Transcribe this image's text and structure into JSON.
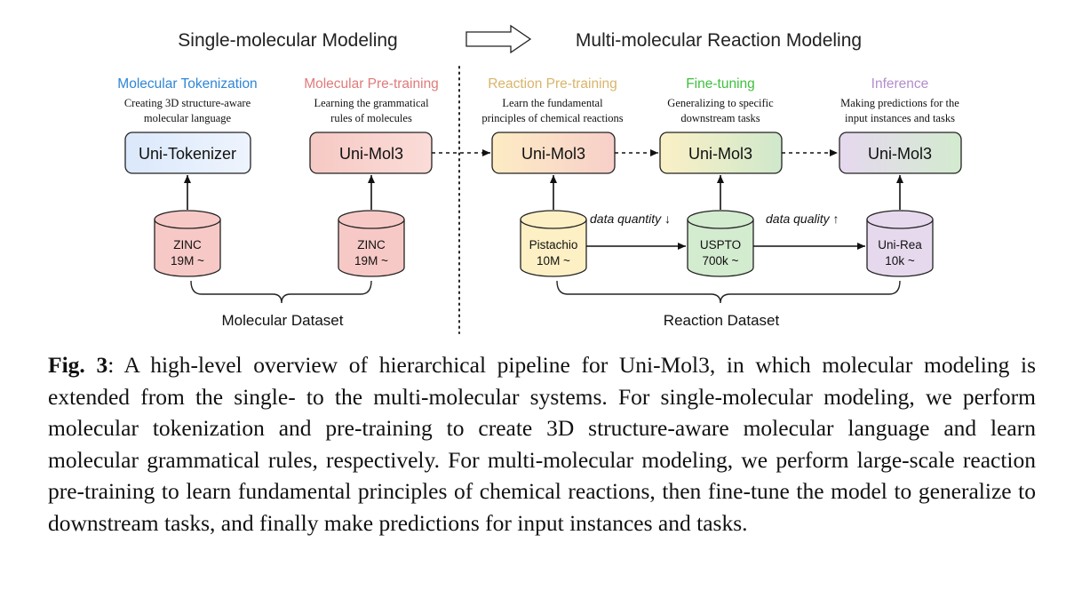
{
  "header": {
    "left_title": "Single-molecular Modeling",
    "right_title": "Multi-molecular Reaction Modeling"
  },
  "stages": [
    {
      "title": "Molecular Tokenization",
      "desc1": "Creating 3D structure-aware",
      "desc2": "molecular language",
      "model": "Uni-Tokenizer",
      "color": "#2f86d6"
    },
    {
      "title": "Molecular Pre-training",
      "desc1": "Learning the grammatical",
      "desc2": "rules of molecules",
      "model": "Uni-Mol3",
      "color": "#e07a7a"
    },
    {
      "title": "Reaction Pre-training",
      "desc1": "Learn the fundamental",
      "desc2": "principles of chemical reactions",
      "model": "Uni-Mol3",
      "color": "#d9b46a"
    },
    {
      "title": "Fine-tuning",
      "desc1": "Generalizing to specific",
      "desc2": "downstream tasks",
      "model": "Uni-Mol3",
      "color": "#3fbf3f"
    },
    {
      "title": "Inference",
      "desc1": "Making predictions for the",
      "desc2": "input instances and tasks",
      "model": "Uni-Mol3",
      "color": "#b48ccc"
    }
  ],
  "datasets": [
    {
      "name": "ZINC",
      "size": "19M ~",
      "fill": "#f7c9c6"
    },
    {
      "name": "ZINC",
      "size": "19M ~",
      "fill": "#f7c9c6"
    },
    {
      "name": "Pistachio",
      "size": "10M ~",
      "fill": "#fdf0c4"
    },
    {
      "name": "USPTO",
      "size": "700k ~",
      "fill": "#d3ebcf"
    },
    {
      "name": "Uni-Rea",
      "size": "10k ~",
      "fill": "#e6d9ee"
    }
  ],
  "arrows": {
    "data_quantity": "data quantity ↓",
    "data_quality": "data quality ↑"
  },
  "groups": {
    "molecular": "Molecular Dataset",
    "reaction": "Reaction Dataset"
  },
  "caption": {
    "label": "Fig. 3",
    "text": ": A high-level overview of hierarchical pipeline for Uni-Mol3, in which molecular modeling is extended from the single- to the multi-molecular systems. For single-molecular modeling, we perform molecular tokenization and pre-training to create 3D structure-aware molecular language and learn molecular grammatical rules, respectively. For multi-molecular modeling, we perform large-scale reaction pre-training to learn fundamental principles of chemical reactions, then fine-tune the model to generalize to downstream tasks, and finally make predictions for input instances and tasks."
  }
}
